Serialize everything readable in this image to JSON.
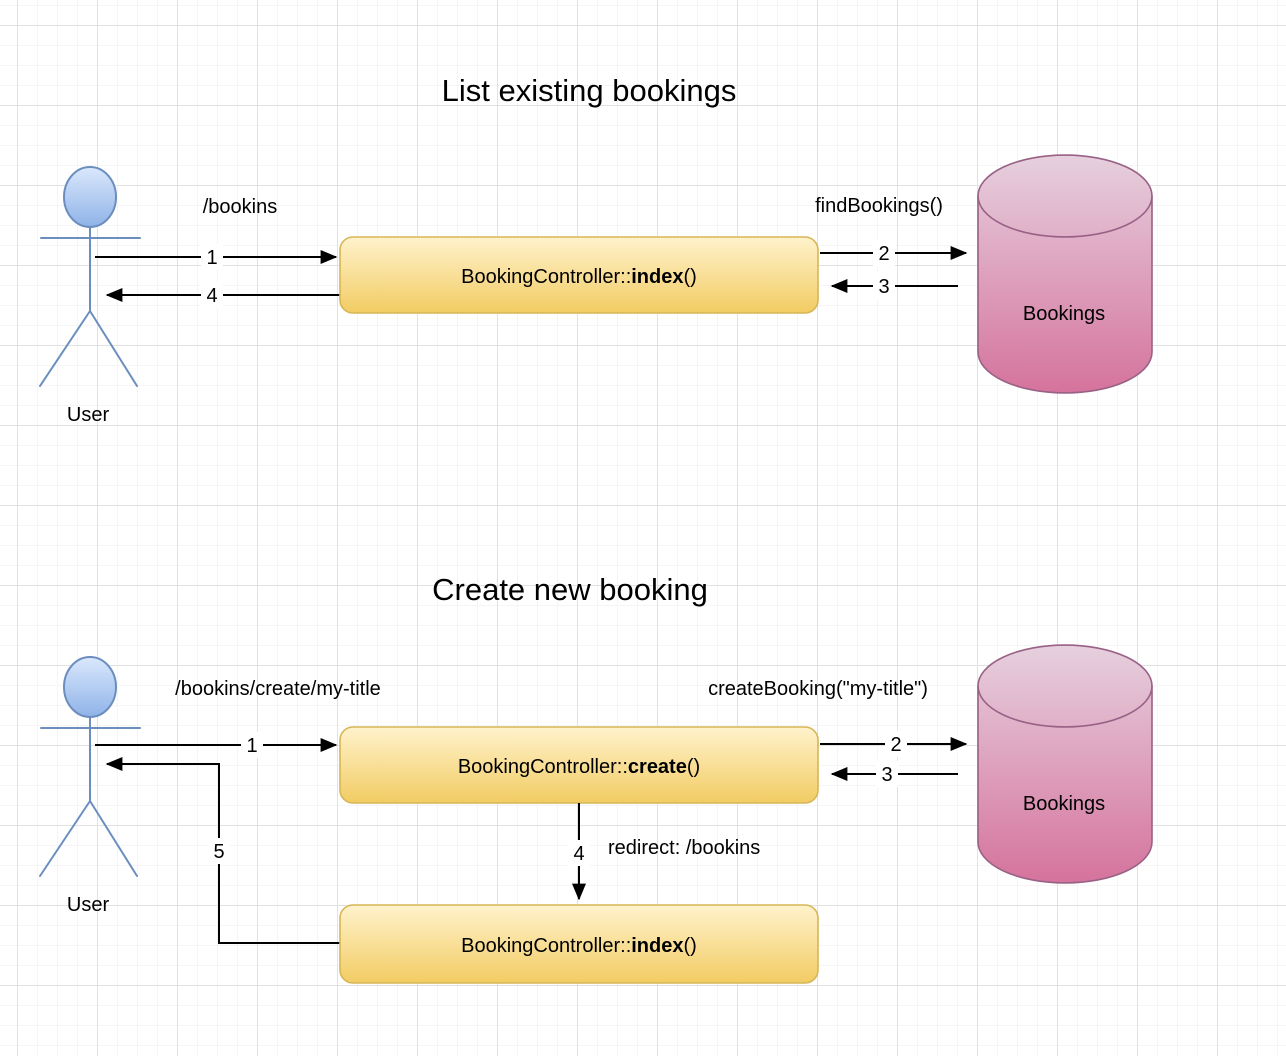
{
  "diagram1": {
    "title": "List existing bookings",
    "actor": {
      "label": "User"
    },
    "request_label": "/bookins",
    "controller": {
      "cls": "BookingController::",
      "method": "index",
      "paren": "()"
    },
    "db_call_label": "findBookings()",
    "database": {
      "label": "Bookings"
    },
    "steps": {
      "n1": "1",
      "n2": "2",
      "n3": "3",
      "n4": "4"
    }
  },
  "diagram2": {
    "title": "Create new booking",
    "actor": {
      "label": "User"
    },
    "request_label": "/bookins/create/my-title",
    "controller_create": {
      "cls": "BookingController::",
      "method": "create",
      "paren": "()"
    },
    "controller_index": {
      "cls": "BookingController::",
      "method": "index",
      "paren": "()"
    },
    "db_call_label": "createBooking(\"my-title\")",
    "database": {
      "label": "Bookings"
    },
    "redirect_label": "redirect: /bookins",
    "steps": {
      "n1": "1",
      "n2": "2",
      "n3": "3",
      "n4": "4",
      "n5": "5"
    }
  },
  "colors": {
    "controller_fill_top": "#fff2cc",
    "controller_fill_bottom": "#f2cc63",
    "controller_stroke": "#d6b656",
    "database_fill_top": "#e6d0de",
    "database_fill_bottom": "#d5739d",
    "database_stroke": "#996185",
    "actor_fill_top": "#dae8fc",
    "actor_fill_bottom": "#8fb3e8",
    "actor_stroke": "#6c8ebf",
    "arrow_color": "#000000",
    "grid_minor": "#f5f5f5",
    "grid_major": "#e2e2e2"
  }
}
